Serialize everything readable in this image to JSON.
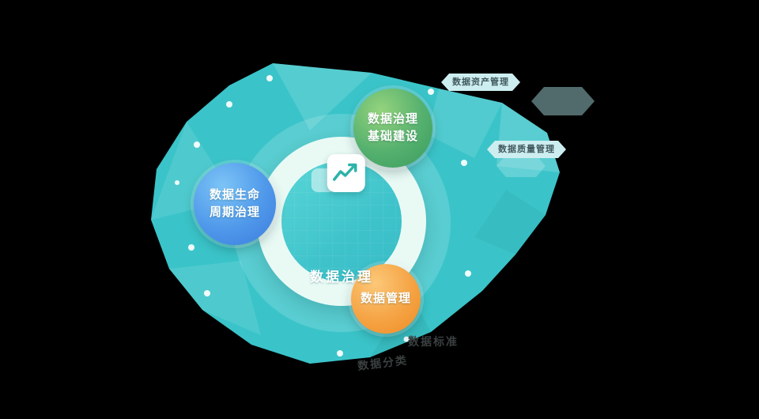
{
  "diagram": {
    "center": {
      "title": "数据治理",
      "icon": "line-chart-icon"
    },
    "nodes": [
      {
        "id": "lifecycle",
        "label_lines": [
          "数据生命",
          "周期治理"
        ],
        "color": "#4f98ea"
      },
      {
        "id": "foundation",
        "label_lines": [
          "数据治理",
          "基础建设"
        ],
        "color": "#54b06e"
      },
      {
        "id": "management",
        "label_lines": [
          "数据管理"
        ],
        "color": "#f29b38"
      }
    ],
    "edge_labels": [
      {
        "text": "数据资产管理"
      },
      {
        "text": "数据质量管理"
      },
      {
        "text": "数据标准"
      },
      {
        "text": "数据分类"
      }
    ],
    "colors": {
      "blob_teal": "#3ac4c9",
      "ring_light": "#e9faf5",
      "inner_teal": "#45cbd0",
      "icon_stroke": "#2db3a8",
      "background": "#000000"
    }
  }
}
